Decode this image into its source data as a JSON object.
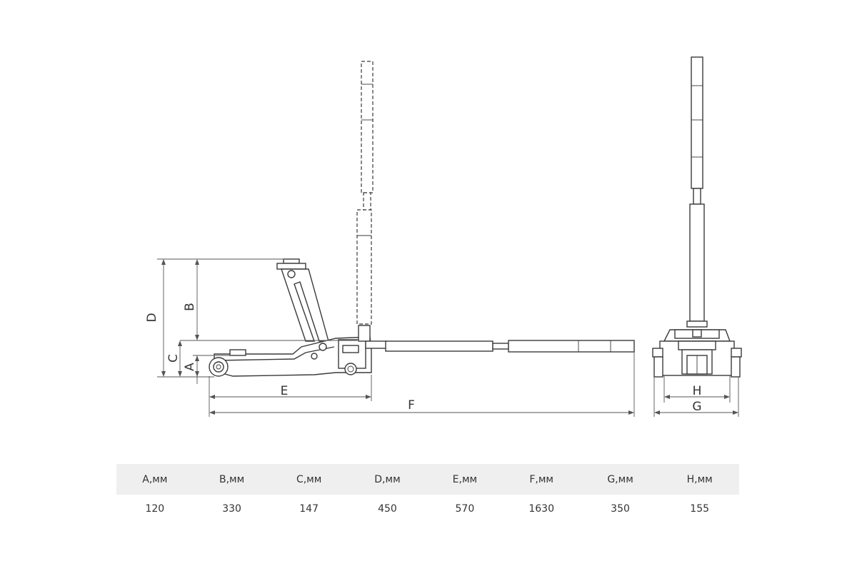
{
  "drawing": {
    "dimension_letters": {
      "A": "A",
      "B": "B",
      "C": "C",
      "D": "D",
      "E": "E",
      "F": "F",
      "G": "G",
      "H": "H"
    }
  },
  "spec_table": {
    "headers": [
      "A,мм",
      "B,мм",
      "C,мм",
      "D,мм",
      "E,мм",
      "F,мм",
      "G,мм",
      "H,мм"
    ],
    "values": [
      "120",
      "330",
      "147",
      "450",
      "570",
      "1630",
      "350",
      "155"
    ]
  }
}
